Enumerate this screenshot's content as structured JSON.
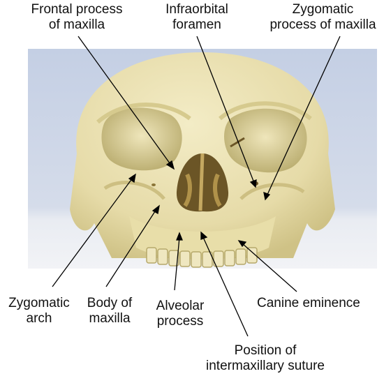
{
  "labels": {
    "frontal_process": [
      "Frontal process",
      "of maxilla"
    ],
    "infraorbital_foramen": [
      "Infraorbital",
      "foramen"
    ],
    "zygomatic_process": [
      "Zygomatic",
      "process of maxilla"
    ],
    "zygomatic_arch": [
      "Zygomatic",
      "arch"
    ],
    "body_of_maxilla": [
      "Body of",
      "maxilla"
    ],
    "alveolar_process": [
      "Alveolar",
      "process"
    ],
    "canine_eminence": [
      "Canine eminence"
    ],
    "intermaxillary_suture": [
      "Position of",
      "intermaxillary suture"
    ]
  },
  "colors": {
    "background_top": "#c9d3e6",
    "background_bottom": "#e3e7ef",
    "bone": "#ebe2b4",
    "bone_shadow": "#c9bd83",
    "cavity": "#5a4a22",
    "leader_line": "#000000"
  }
}
